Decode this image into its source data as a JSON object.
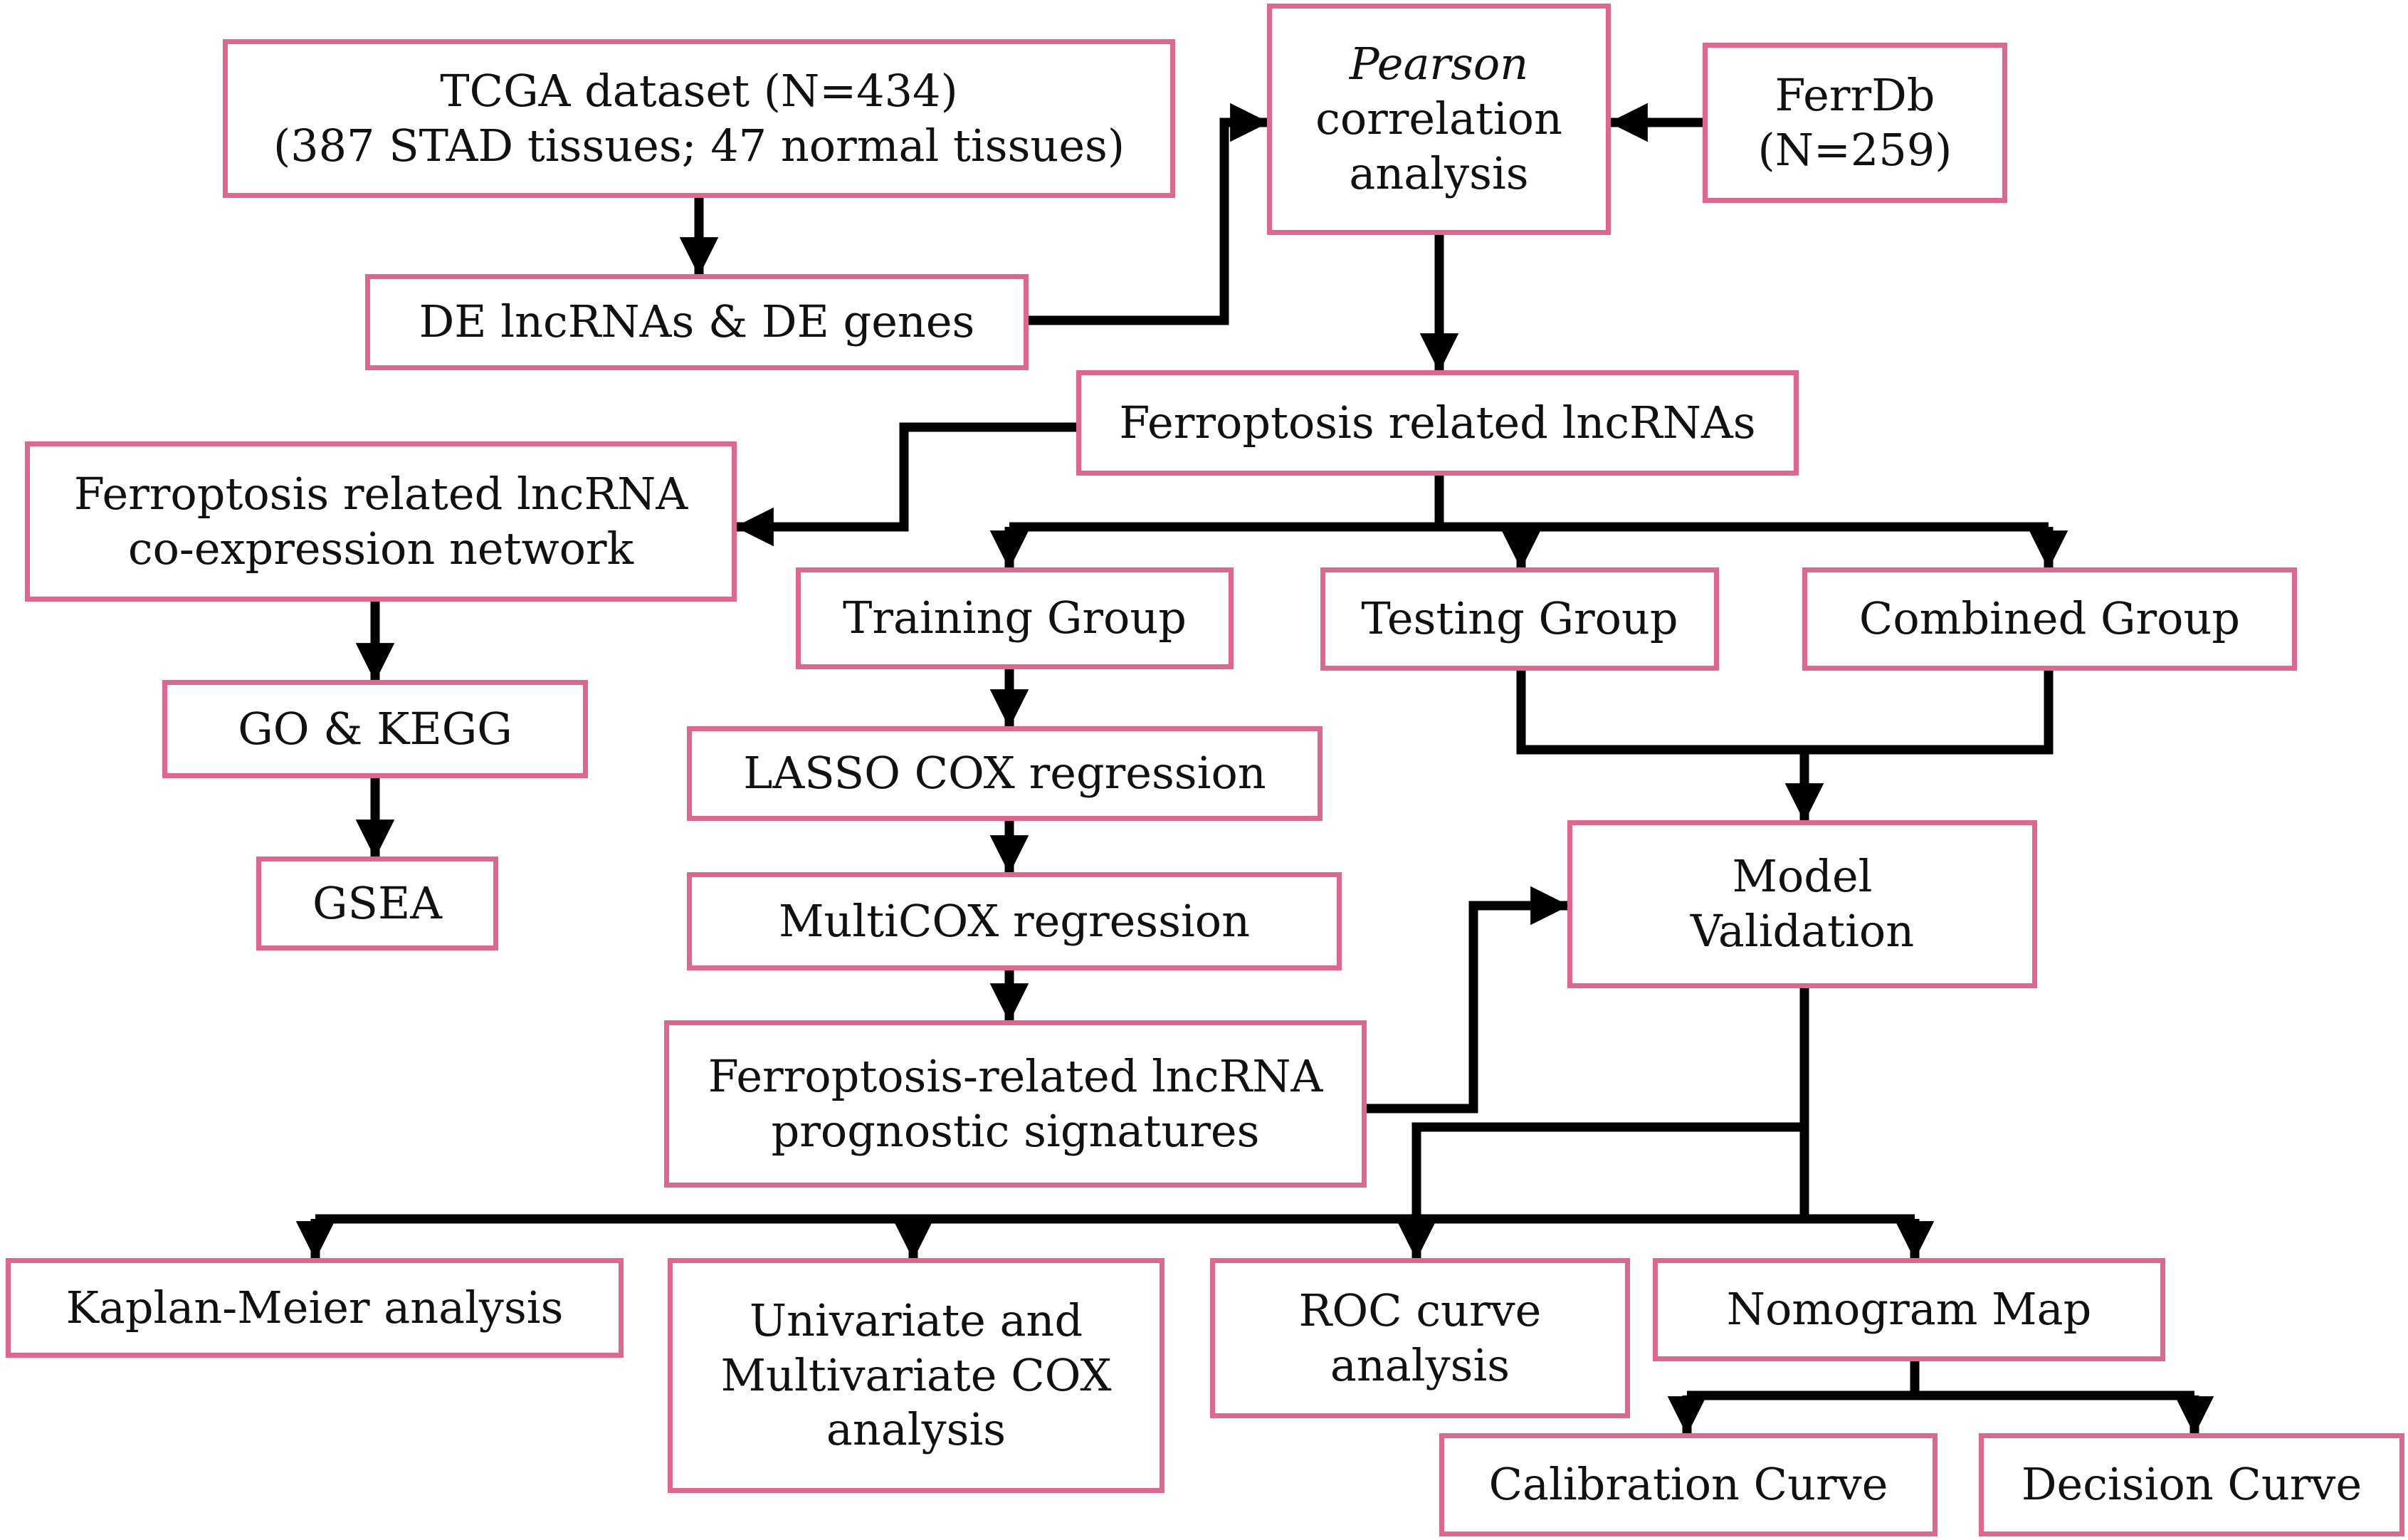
{
  "colors": {
    "box_border": "#e0668f",
    "arrow": "#000000",
    "text": "#111111"
  },
  "nodes": {
    "tcga": {
      "line1": "TCGA dataset (N=434)",
      "line2": "(387 STAD tissues; 47 normal tissues)"
    },
    "de": {
      "line1": "DE lncRNAs & DE genes"
    },
    "pearson": {
      "line1": "Pearson",
      "line2": "correlation",
      "line3": "analysis"
    },
    "ferrdb": {
      "line1": "FerrDb",
      "line2": "(N=259)"
    },
    "frl": {
      "line1": "Ferroptosis related lncRNAs"
    },
    "network": {
      "line1": "Ferroptosis related lncRNA",
      "line2": "co-expression network"
    },
    "training": {
      "line1": "Training Group"
    },
    "testing": {
      "line1": "Testing Group"
    },
    "combined": {
      "line1": "Combined Group"
    },
    "gokegg": {
      "line1": "GO & KEGG"
    },
    "gsea": {
      "line1": "GSEA"
    },
    "lasso": {
      "line1": "LASSO COX regression"
    },
    "multicox": {
      "line1": "MultiCOX regression"
    },
    "signature": {
      "line1": "Ferroptosis-related lncRNA",
      "line2": "prognostic signatures"
    },
    "model": {
      "line1": "Model",
      "line2": "Validation"
    },
    "km": {
      "line1": "Kaplan-Meier analysis"
    },
    "uni": {
      "line1": "Univariate and",
      "line2": "Multivariate COX",
      "line3": "analysis"
    },
    "roc": {
      "line1": "ROC curve",
      "line2": "analysis"
    },
    "nomogram": {
      "line1": "Nomogram Map"
    },
    "calibration": {
      "line1": "Calibration Curve"
    },
    "decision": {
      "line1": "Decision Curve"
    }
  }
}
